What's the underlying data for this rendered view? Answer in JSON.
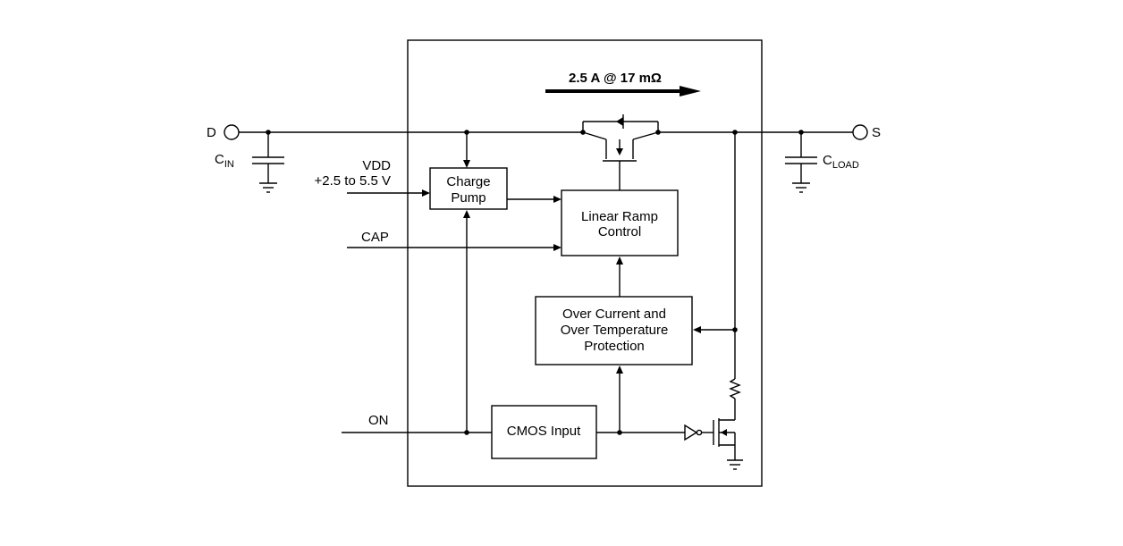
{
  "current_label": "2.5 A @ 17 mΩ",
  "pins": {
    "d": "D",
    "s": "S",
    "vdd": "VDD",
    "vdd_range": "+2.5 to 5.5 V",
    "cap": "CAP",
    "on": "ON"
  },
  "caps": {
    "cin_main": "C",
    "cin_sub": "IN",
    "cload_main": "C",
    "cload_sub": "LOAD"
  },
  "blocks": {
    "charge_pump": [
      "Charge",
      "Pump"
    ],
    "linear_ramp": [
      "Linear Ramp",
      "Control"
    ],
    "protection": [
      "Over Current and",
      "Over Temperature",
      "Protection"
    ],
    "cmos_input": "CMOS Input"
  }
}
